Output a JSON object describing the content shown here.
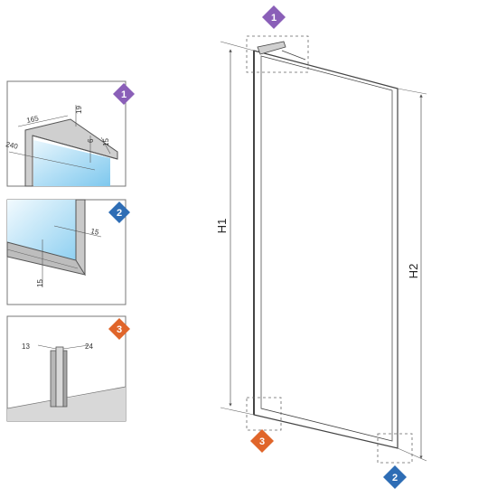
{
  "badges": {
    "one": {
      "label": "1",
      "color": "#8a5fb8"
    },
    "two": {
      "label": "2",
      "color": "#2e6db5"
    },
    "three": {
      "label": "3",
      "color": "#e0652a"
    }
  },
  "detail1": {
    "dims": [
      "165",
      "19",
      "6",
      "15",
      "240"
    ]
  },
  "detail2": {
    "dims": [
      "15",
      "15"
    ]
  },
  "detail3": {
    "dims": [
      "13",
      "24"
    ]
  },
  "main": {
    "h1": "H1",
    "h2": "H2"
  }
}
